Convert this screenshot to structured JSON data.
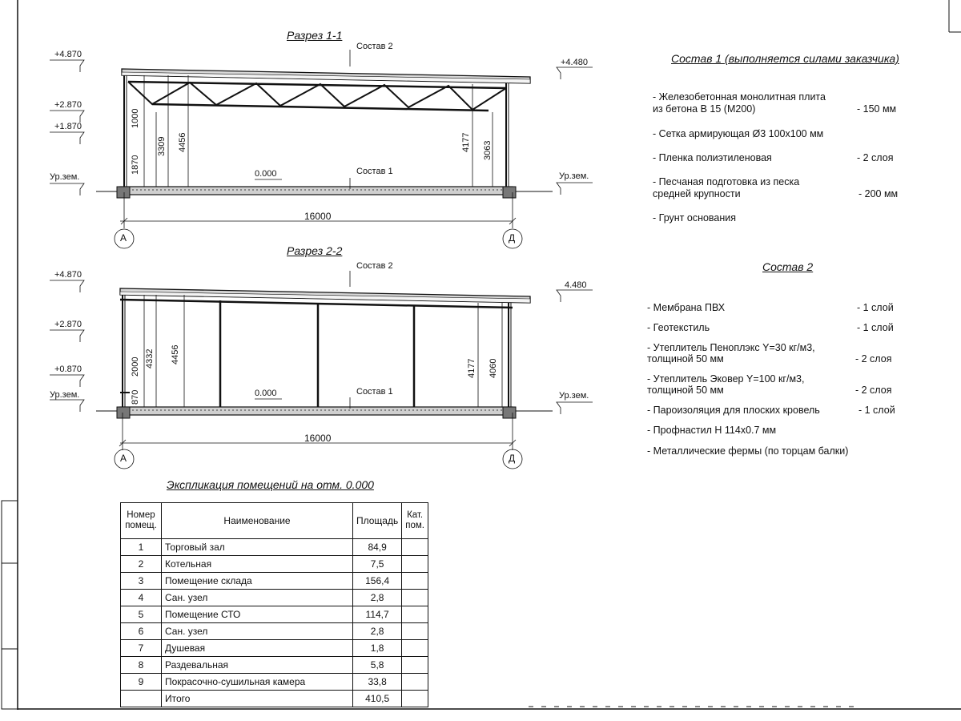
{
  "section1": {
    "title": "Разрез 1-1",
    "elev_top_left": "+4.870",
    "elev_top_right": "+4.480",
    "elev_mid1": "+2.870",
    "elev_mid2": "+1.870",
    "ground_left": "Ур.зем.",
    "ground_right": "Ур.зем.",
    "floor_mark": "0.000",
    "sostav2_label": "Состав 2",
    "sostav1_label": "Состав 1",
    "dims": [
      "1000",
      "1870",
      "3309",
      "4456",
      "4177",
      "3063"
    ],
    "span": "16000",
    "axis_left": "А",
    "axis_right": "Д"
  },
  "section2": {
    "title": "Разрез 2-2",
    "elev_top_left": "+4.870",
    "elev_top_right": "4.480",
    "elev_mid1": "+2.870",
    "elev_mid2": "+0.870",
    "ground_left": "Ур.зем.",
    "ground_right": "Ур.зем.",
    "floor_mark": "0.000",
    "sostav2_label": "Состав 2",
    "sostav1_label": "Состав 1",
    "dims": [
      "2000",
      "870",
      "4332",
      "4456",
      "4177",
      "4060"
    ],
    "span": "16000",
    "axis_left": "А",
    "axis_right": "Д"
  },
  "composition1": {
    "title": "Состав 1 (выполняется силами заказчика)",
    "items": [
      {
        "lines": [
          "- Железобетонная  монолитная плита",
          "  из бетона В 15 (М200)"
        ],
        "value": "- 150 мм"
      },
      {
        "lines": [
          "- Сетка армирующая Ø3 100х100 мм"
        ],
        "value": ""
      },
      {
        "lines": [
          "- Пленка полиэтиленовая"
        ],
        "value": "- 2 слоя"
      },
      {
        "lines": [
          "- Песчаная подготовка из песка",
          "  средней крупности"
        ],
        "value": "- 200 мм"
      },
      {
        "lines": [
          "- Грунт основания"
        ],
        "value": ""
      }
    ]
  },
  "composition2": {
    "title": "Состав 2",
    "items": [
      {
        "lines": [
          "- Мембрана ПВХ"
        ],
        "value": "- 1 слой"
      },
      {
        "lines": [
          "- Геотекстиль"
        ],
        "value": "- 1 слой"
      },
      {
        "lines": [
          "- Утеплитель Пеноплэкс Y=30 кг/м3,",
          "  толщиной 50 мм"
        ],
        "value": "- 2 слоя"
      },
      {
        "lines": [
          "- Утеплитель Эковер Y=100 кг/м3,",
          "  толщиной 50 мм"
        ],
        "value": "- 2 слоя"
      },
      {
        "lines": [
          "- Пароизоляция для плоских кровель"
        ],
        "value": "- 1 слой"
      },
      {
        "lines": [
          "- Профнастил Н 114х0.7 мм"
        ],
        "value": ""
      },
      {
        "lines": [
          "- Металлические фермы (по торцам балки)"
        ],
        "value": ""
      }
    ]
  },
  "explication": {
    "title": "Экспликация помещений на отм. 0.000",
    "headers": [
      "Номер помещ.",
      "Наименование",
      "Площадь",
      "Кат. пом."
    ],
    "rows": [
      {
        "num": "1",
        "name": "Торговый зал",
        "area": "84,9",
        "cat": ""
      },
      {
        "num": "2",
        "name": "Котельная",
        "area": "7,5",
        "cat": ""
      },
      {
        "num": "3",
        "name": "Помещение склада",
        "area": "156,4",
        "cat": ""
      },
      {
        "num": "4",
        "name": "Сан. узел",
        "area": "2,8",
        "cat": ""
      },
      {
        "num": "5",
        "name": "Помещение СТО",
        "area": "114,7",
        "cat": ""
      },
      {
        "num": "6",
        "name": "Сан. узел",
        "area": "2,8",
        "cat": ""
      },
      {
        "num": "7",
        "name": "Душевая",
        "area": "1,8",
        "cat": ""
      },
      {
        "num": "8",
        "name": "Раздевальная",
        "area": "5,8",
        "cat": ""
      },
      {
        "num": "9",
        "name": "Покрасочно-сушильная камера",
        "area": "33,8",
        "cat": ""
      },
      {
        "num": "",
        "name": "Итого",
        "area": "410,5",
        "cat": ""
      }
    ]
  }
}
